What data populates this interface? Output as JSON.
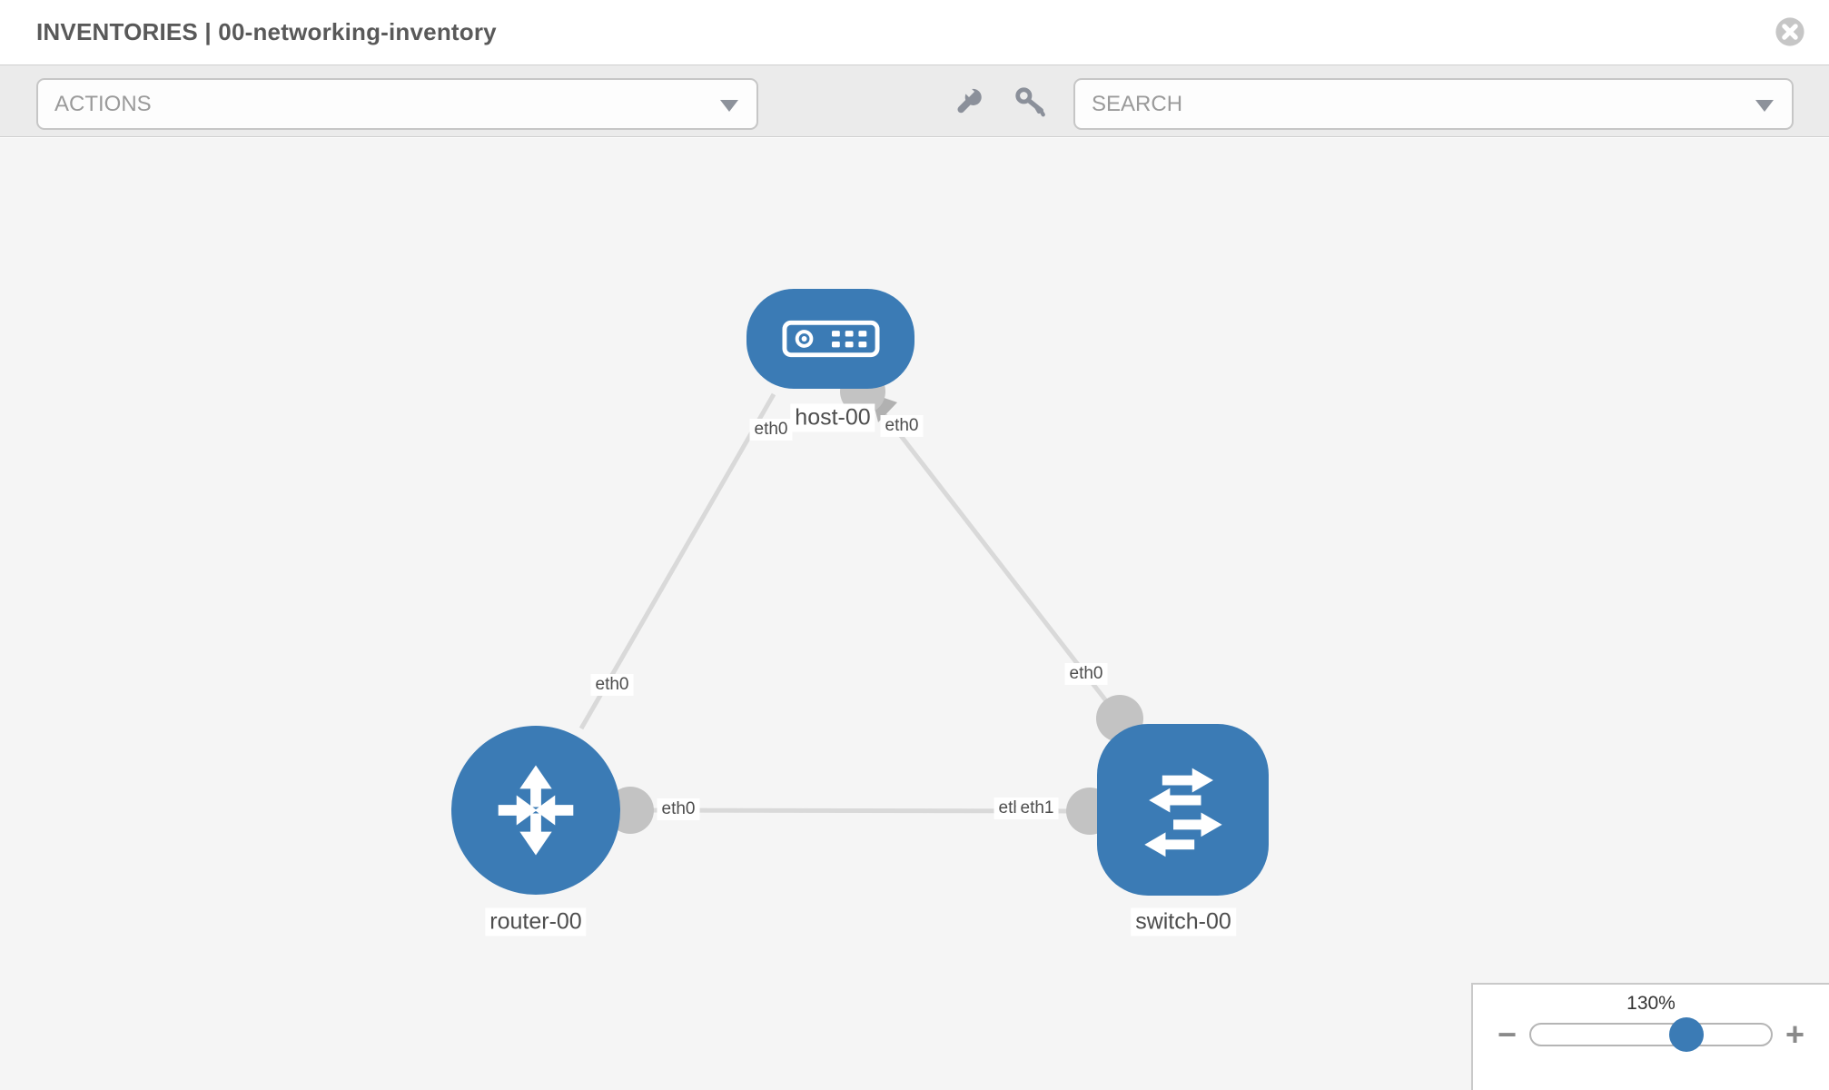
{
  "header": {
    "title": "INVENTORIES | 00-networking-inventory"
  },
  "toolbar": {
    "actions_label": "ACTIONS",
    "search_label": "SEARCH"
  },
  "icons": {
    "close": "circle-x-icon",
    "wrench": "wrench-icon",
    "key": "key-icon",
    "actions_caret": "chevron-down-icon",
    "search_caret": "chevron-down-icon",
    "host_glyph": "server-icon",
    "router_glyph": "router-arrows-icon",
    "switch_glyph": "switch-arrows-icon"
  },
  "colors": {
    "node_blue": "#3b7bb5",
    "canvas_bg": "#f5f5f5",
    "toolbar_bg": "#ebebeb",
    "edge_gray": "#d9d9d9",
    "connector_gray": "#c3c3c3"
  },
  "canvas": {
    "nodes": {
      "host": {
        "label": "host-00",
        "type": "host",
        "shape": "rounded-rect"
      },
      "router": {
        "label": "router-00",
        "type": "router",
        "shape": "circle"
      },
      "switch": {
        "label": "switch-00",
        "type": "switch",
        "shape": "rounded-square"
      }
    },
    "links": [
      {
        "from": "host-00",
        "from_interface": "eth0",
        "to": "router-00",
        "to_interface": "eth0"
      },
      {
        "from": "host-00",
        "from_interface": "eth0",
        "to": "switch-00",
        "to_interface": "eth0"
      },
      {
        "from": "router-00",
        "from_interface": "eth0",
        "to": "switch-00",
        "to_interface": "eth1"
      }
    ],
    "iface": {
      "host_left": "eth0",
      "host_right": "eth0",
      "router_top": "eth0",
      "switch_top": "eth0",
      "mid_router": "eth0",
      "mid_switch_back": "eth0",
      "mid_switch_front": "eth1"
    }
  },
  "zoom": {
    "level": "130%",
    "minus": "−",
    "plus": "+"
  }
}
